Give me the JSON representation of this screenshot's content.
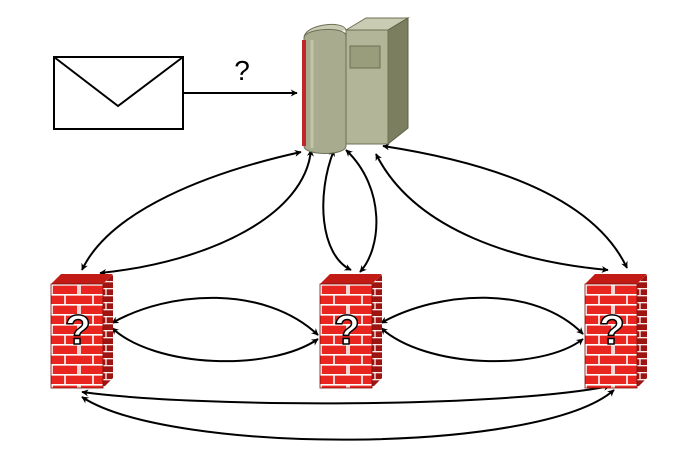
{
  "diagram": {
    "message_label": "?",
    "firewall_mark": "?",
    "nodes": [
      {
        "id": "envelope",
        "icon": "envelope-icon"
      },
      {
        "id": "server",
        "icon": "server-tower-icon"
      },
      {
        "id": "firewall-left",
        "icon": "firewall-brick-icon"
      },
      {
        "id": "firewall-center",
        "icon": "firewall-brick-icon"
      },
      {
        "id": "firewall-right",
        "icon": "firewall-brick-icon"
      }
    ],
    "edges": [
      {
        "from": "envelope",
        "to": "server",
        "label": "?"
      },
      {
        "from": "server",
        "to": "firewall-left",
        "bidirectional": true
      },
      {
        "from": "firewall-left",
        "to": "server",
        "bidirectional": true
      },
      {
        "from": "server",
        "to": "firewall-center",
        "bidirectional": true
      },
      {
        "from": "firewall-center",
        "to": "server",
        "bidirectional": true
      },
      {
        "from": "server",
        "to": "firewall-right",
        "bidirectional": true
      },
      {
        "from": "firewall-right",
        "to": "server",
        "bidirectional": true
      },
      {
        "from": "firewall-left",
        "to": "firewall-center",
        "bidirectional": true
      },
      {
        "from": "firewall-center",
        "to": "firewall-right",
        "bidirectional": true
      },
      {
        "from": "firewall-left",
        "to": "firewall-right",
        "bidirectional": true
      }
    ],
    "colors": {
      "firewall_fill": "#e8261f",
      "firewall_shade": "#9e1410",
      "server_front": "#a8ab8e",
      "server_side": "#7c7f5f",
      "server_top": "#c9cbb3",
      "server_stripe": "#c0272d",
      "line": "#000000"
    }
  }
}
